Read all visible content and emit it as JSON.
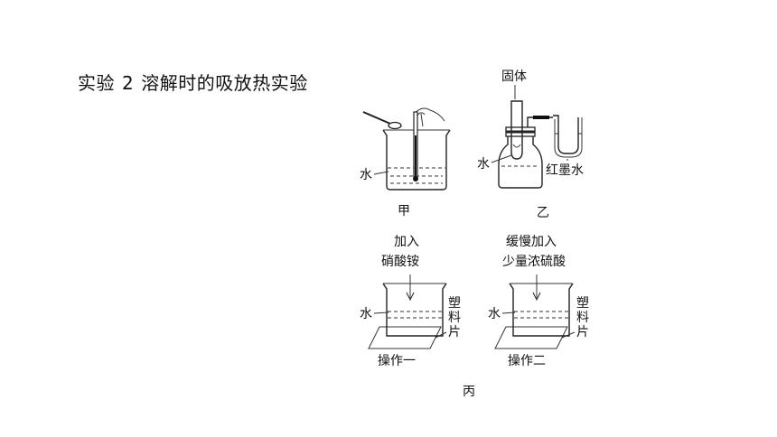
{
  "heading": {
    "experiment": "实验",
    "number": "2",
    "topic": "溶解时的吸放热实验"
  },
  "fig_jia": {
    "water_label": "水",
    "caption": "甲"
  },
  "fig_yi": {
    "solid_label": "固体",
    "water_label": "水",
    "ink_label": "红墨水",
    "caption": "乙"
  },
  "fig_bing": {
    "op1": {
      "add_line1": "加入",
      "add_line2": "硝酸铵",
      "water_label": "水",
      "plastic_1": "塑",
      "plastic_2": "料",
      "plastic_3": "片",
      "caption": "操作一"
    },
    "op2": {
      "add_line1": "缓慢加入",
      "add_line2": "少量浓硫酸",
      "water_label": "水",
      "plastic_1": "塑",
      "plastic_2": "料",
      "plastic_3": "片",
      "caption": "操作二"
    },
    "caption": "丙"
  }
}
